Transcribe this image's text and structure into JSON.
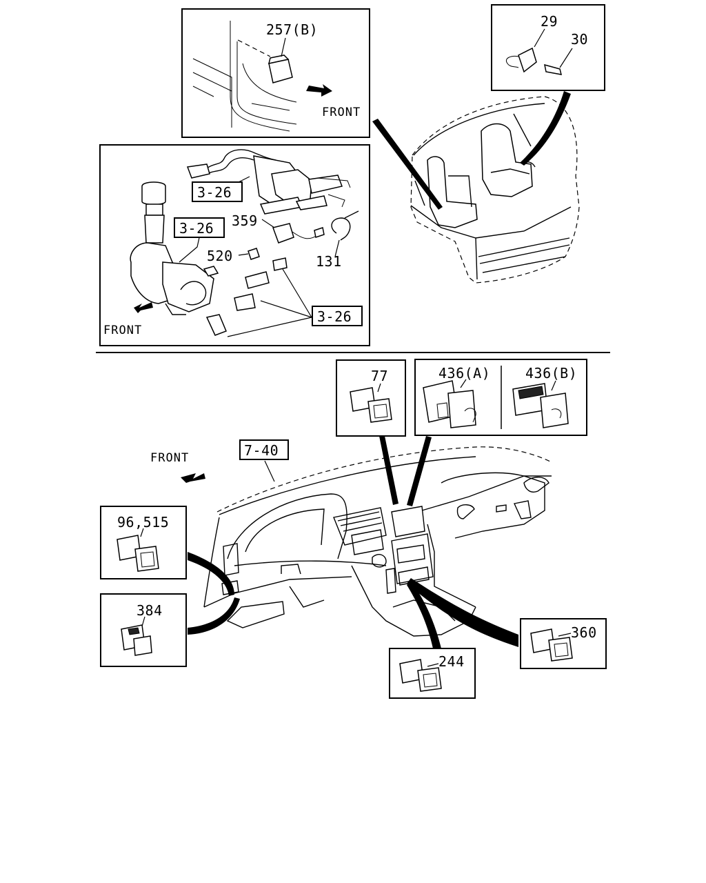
{
  "top_section": {
    "inset_door": {
      "part_label": "257(B)",
      "direction_label": "FRONT"
    },
    "inset_seat_switch": {
      "part_label_1": "29",
      "part_label_2": "30"
    },
    "inset_brake": {
      "ref_label_1": "3-26",
      "ref_label_2": "3-26",
      "ref_label_3": "3-26",
      "part_359": "359",
      "part_520": "520",
      "part_131": "131",
      "direction_label": "FRONT"
    }
  },
  "bottom_section": {
    "dash_ref_label": "7-40",
    "direction_label": "FRONT",
    "switch_77": "77",
    "switch_436a": "436(A)",
    "switch_436b": "436(B)",
    "switch_96_515": "96,515",
    "switch_384": "384",
    "switch_360": "360",
    "switch_244": "244"
  }
}
